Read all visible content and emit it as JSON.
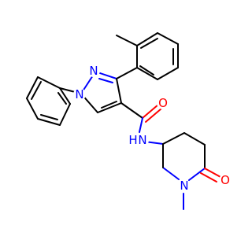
{
  "molecule": {
    "atom_labels": [
      {
        "id": "n-pyrazole-1",
        "text": "N",
        "color": "#0000ff"
      },
      {
        "id": "n-pyrazole-2",
        "text": "N",
        "color": "#0000ff"
      },
      {
        "id": "n-amide",
        "text": "N",
        "color": "#0000ff"
      },
      {
        "id": "h-amide",
        "text": "H",
        "color": "#0000ff"
      },
      {
        "id": "o-amide",
        "text": "O",
        "color": "#ff0000"
      },
      {
        "id": "n-piperidinone",
        "text": "N",
        "color": "#0000ff"
      },
      {
        "id": "o-lactam",
        "text": "O",
        "color": "#ff0000"
      }
    ]
  }
}
